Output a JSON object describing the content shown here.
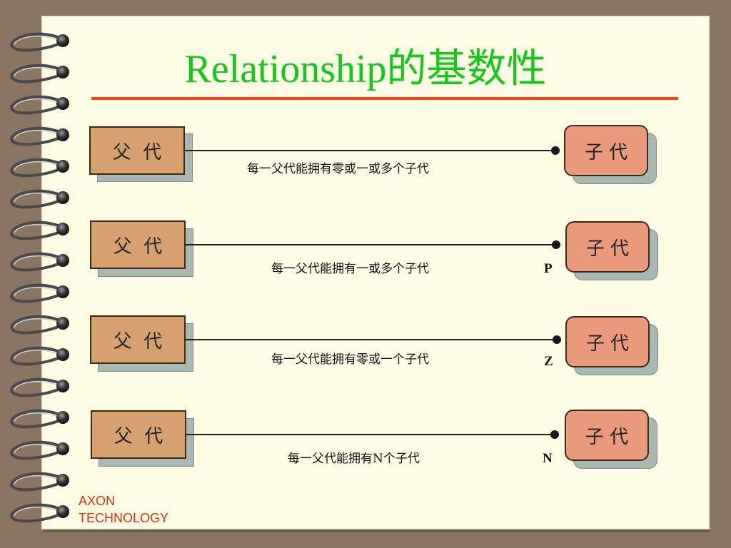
{
  "title": "Relationship的基数性",
  "brand": {
    "line1": "AXON",
    "line2": "TECHNOLOGY"
  },
  "rows": [
    {
      "parent": "父  代",
      "child": "子 代",
      "description": "每一父代能拥有零或一或多个子代",
      "symbol": ""
    },
    {
      "parent": "父  代",
      "child": "子 代",
      "description": "每一父代能拥有一或多个子代",
      "symbol": "P"
    },
    {
      "parent": "父  代",
      "child": "子 代",
      "description": "每一父代能拥有零或一个子代",
      "symbol": "Z"
    },
    {
      "parent": "父  代",
      "child": "子 代",
      "description": "每一父代能拥有N个子代",
      "symbol": "N"
    }
  ],
  "colors": {
    "title": "#12c81a",
    "rule": "#f0441c",
    "parent_box": "#d7a06f",
    "child_box": "#ea9a7c",
    "brand": "#e03010"
  }
}
